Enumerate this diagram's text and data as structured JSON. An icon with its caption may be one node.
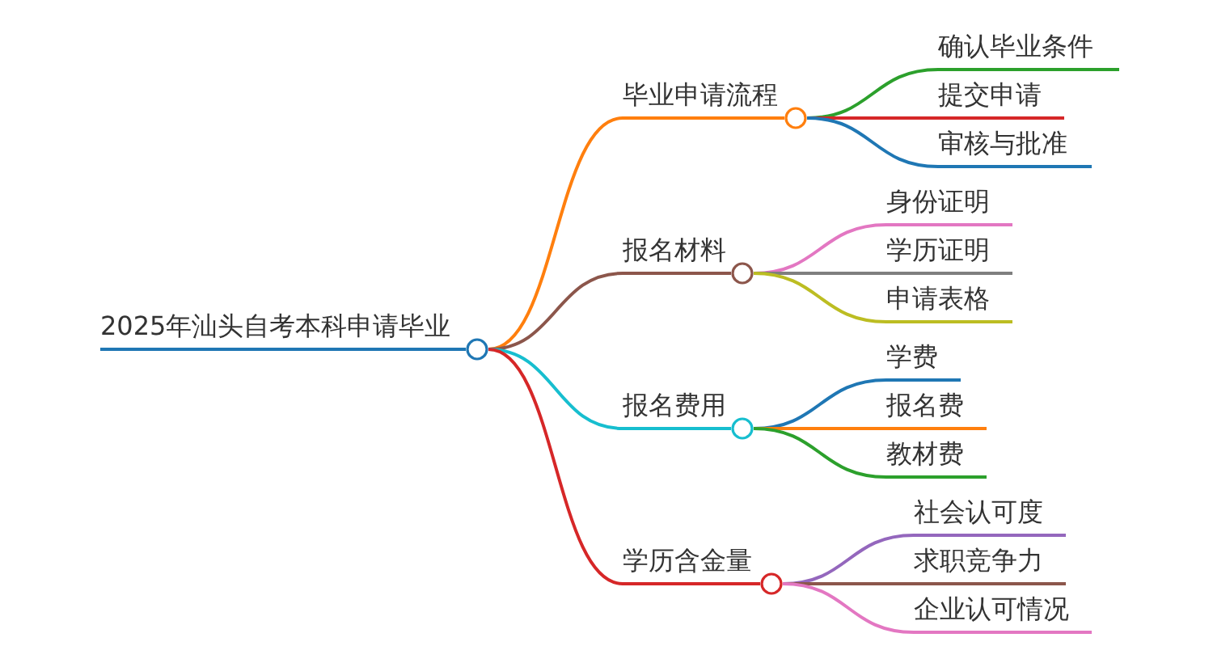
{
  "diagram": {
    "nodes": [
      {
        "text": [
          "2025年汕头自考本科申请毕业"
        ]
      },
      {
        "text": [
          "毕业申请流程"
        ]
      },
      {
        "text": [
          "报名材料"
        ]
      },
      {
        "text": [
          "报名费用"
        ]
      },
      {
        "text": [
          "学历含金量"
        ]
      },
      {
        "text": [
          "确认毕业条件"
        ]
      },
      {
        "text": [
          "提交申请"
        ]
      },
      {
        "text": [
          "审核与批准"
        ]
      },
      {
        "text": [
          "身份证明"
        ]
      },
      {
        "text": [
          "学历证明"
        ]
      },
      {
        "text": [
          "申请表格"
        ]
      },
      {
        "text": [
          "学费"
        ]
      },
      {
        "text": [
          "报名费"
        ]
      },
      {
        "text": [
          "教材费"
        ]
      },
      {
        "text": [
          "社会认可度"
        ]
      },
      {
        "text": [
          "求职竞争力"
        ]
      },
      {
        "text": [
          "企业认可情况"
        ]
      }
    ],
    "edges": [
      {
        "from": 0,
        "to": 1,
        "arrow": "none",
        "color": "#ff7f0e"
      },
      {
        "from": 0,
        "to": 2,
        "arrow": "none",
        "color": "#8c564b"
      },
      {
        "from": 0,
        "to": 3,
        "arrow": "none",
        "color": "#17becf"
      },
      {
        "from": 0,
        "to": 4,
        "arrow": "none",
        "color": "#d62728"
      },
      {
        "from": 1,
        "to": 5,
        "arrow": "none",
        "color": "#2ca02c"
      },
      {
        "from": 1,
        "to": 6,
        "arrow": "none",
        "color": "#d62728"
      },
      {
        "from": 1,
        "to": 7,
        "arrow": "none",
        "color": "#1f77b4"
      },
      {
        "from": 2,
        "to": 8,
        "arrow": "none",
        "color": "#e377c2"
      },
      {
        "from": 2,
        "to": 9,
        "arrow": "none",
        "color": "#7f7f7f"
      },
      {
        "from": 2,
        "to": 10,
        "arrow": "none",
        "color": "#bcbd22"
      },
      {
        "from": 3,
        "to": 11,
        "arrow": "none",
        "color": "#1f77b4"
      },
      {
        "from": 3,
        "to": 12,
        "arrow": "none",
        "color": "#ff7f0e"
      },
      {
        "from": 3,
        "to": 13,
        "arrow": "none",
        "color": "#2ca02c"
      },
      {
        "from": 4,
        "to": 14,
        "arrow": "none",
        "color": "#9467bd"
      },
      {
        "from": 4,
        "to": 15,
        "arrow": "none",
        "color": "#8c564b"
      },
      {
        "from": 4,
        "to": 16,
        "arrow": "none",
        "color": "#e377c2"
      }
    ]
  }
}
